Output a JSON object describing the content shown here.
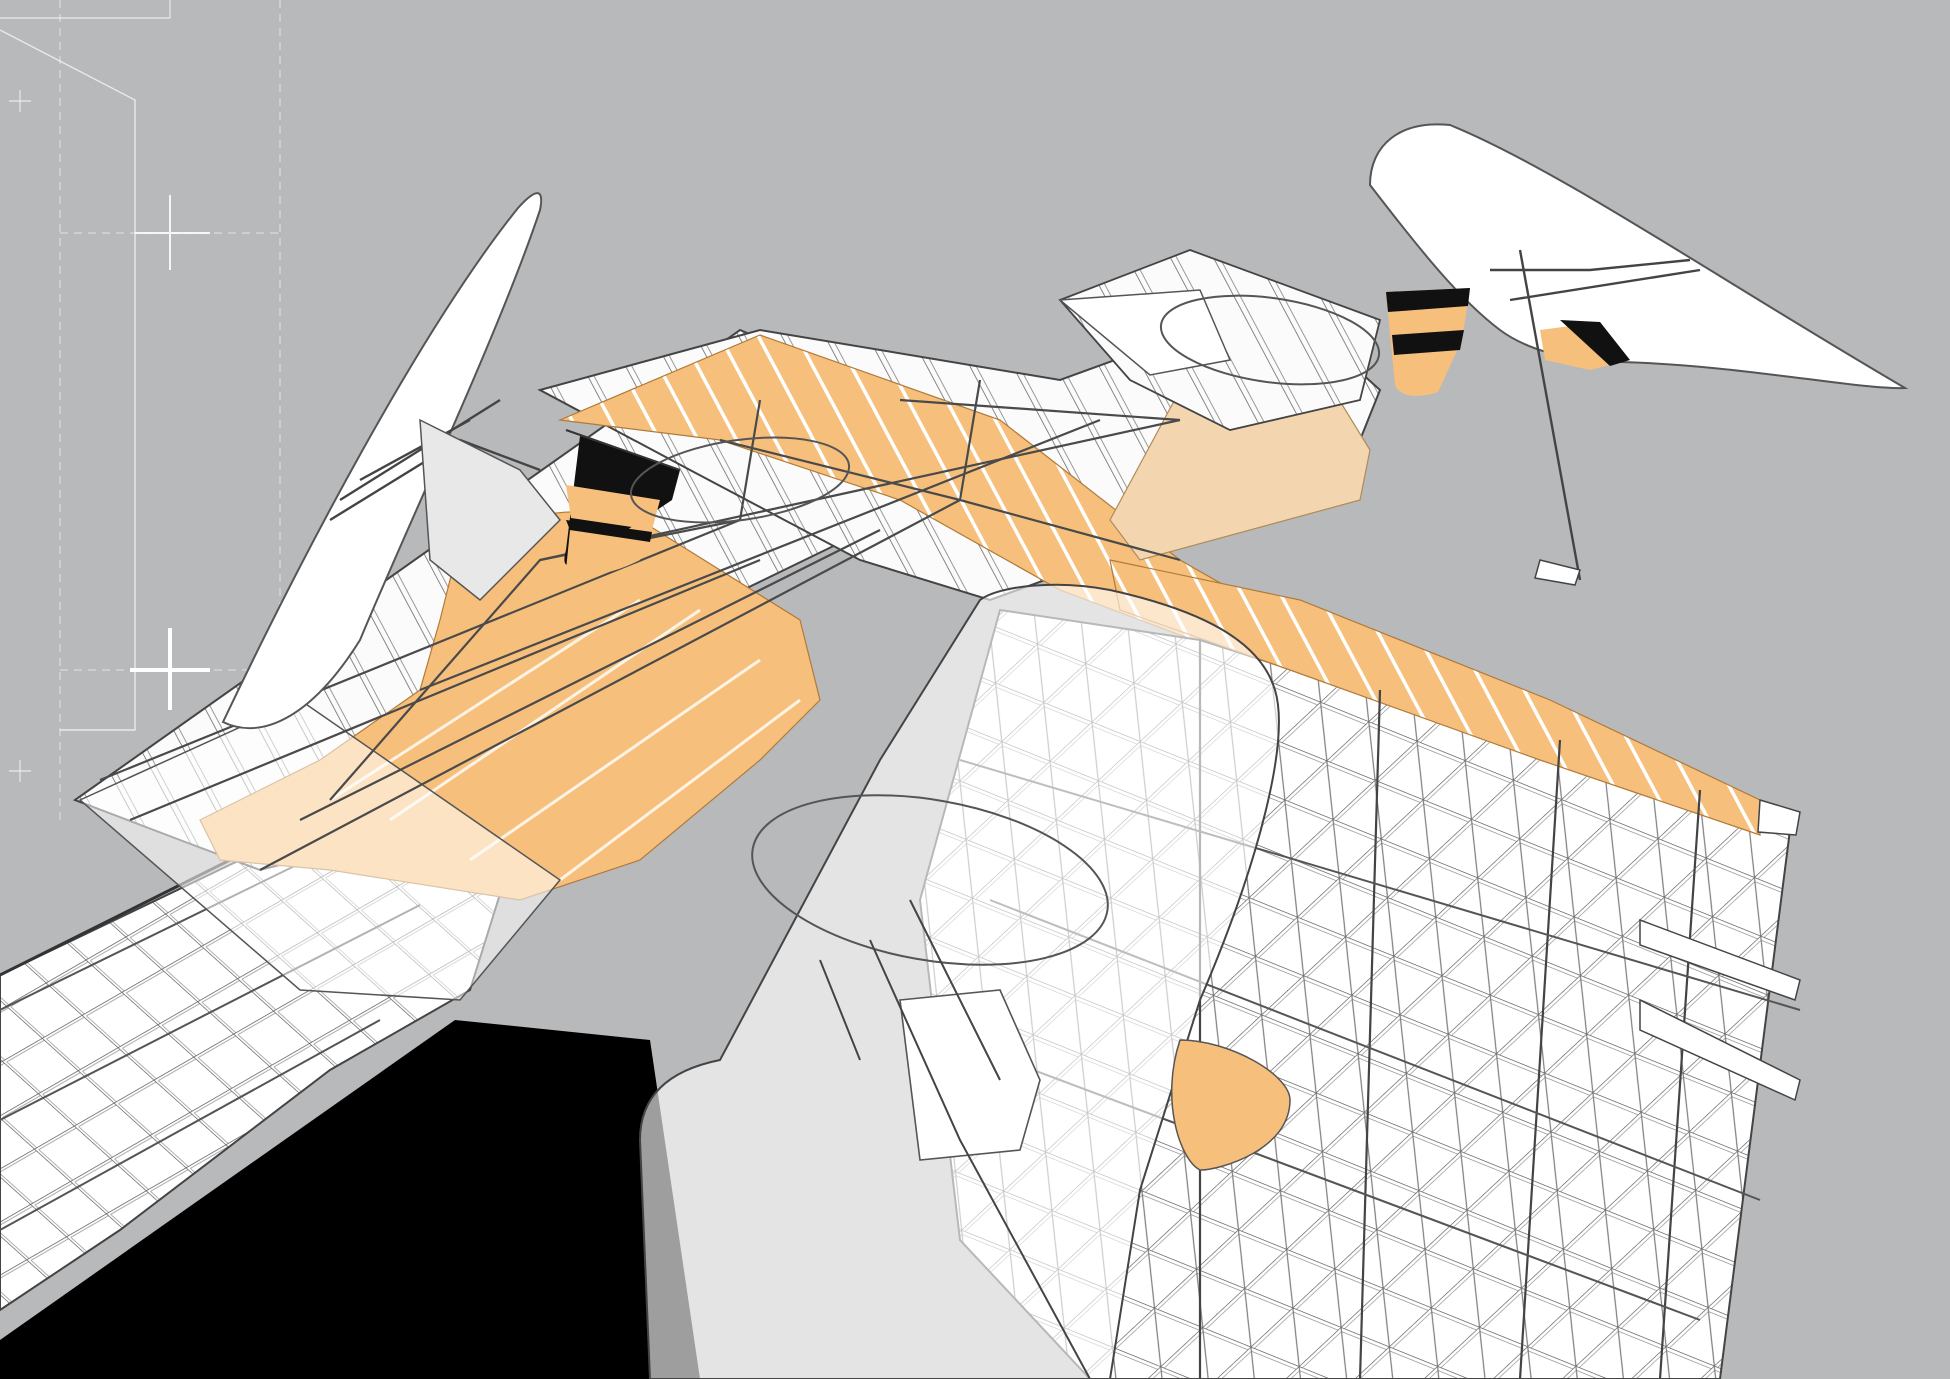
{
  "drawing": {
    "background_color": "#b8b9bb",
    "accent_color": "#f6c07c",
    "shadow_color": "#000000",
    "panel_color": "#ffffff",
    "line_color": "#5a5a5a",
    "elements": [
      {
        "name": "left-propeller-blade"
      },
      {
        "name": "right-propeller-blade"
      },
      {
        "name": "left-nacelle-striped"
      },
      {
        "name": "right-nacelle-striped"
      },
      {
        "name": "main-deck-framework"
      },
      {
        "name": "translucent-fuselage-shell"
      },
      {
        "name": "cast-shadow"
      },
      {
        "name": "registration-crosshairs"
      }
    ]
  }
}
